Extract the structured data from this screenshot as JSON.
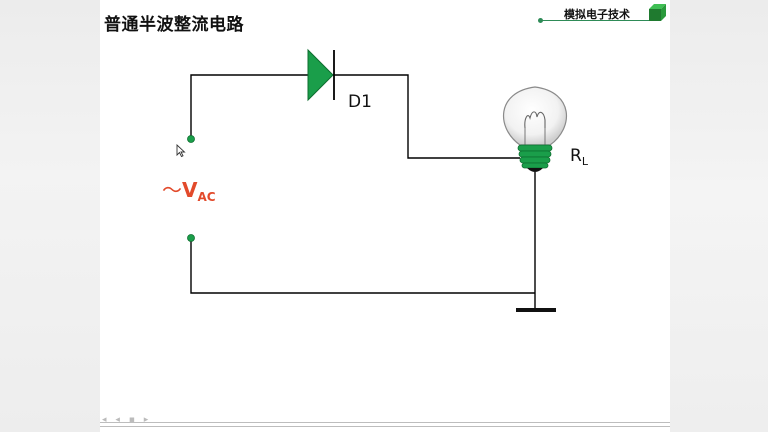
{
  "slide": {
    "title": "普通半波整流电路",
    "brand": "模拟电子技术"
  },
  "circuit": {
    "diode_label": "D1",
    "load_label_main": "R",
    "load_label_sub": "L",
    "source_label_tilde": "～",
    "source_label_main": "V",
    "source_label_sub": "AC"
  },
  "colors": {
    "wire": "#000000",
    "component_green": "#1a9e4a",
    "source_label": "#e24a2b",
    "brand_line": "#2e8b57"
  },
  "nav": {
    "controls": "◂ ◂ ▪ ▸"
  }
}
